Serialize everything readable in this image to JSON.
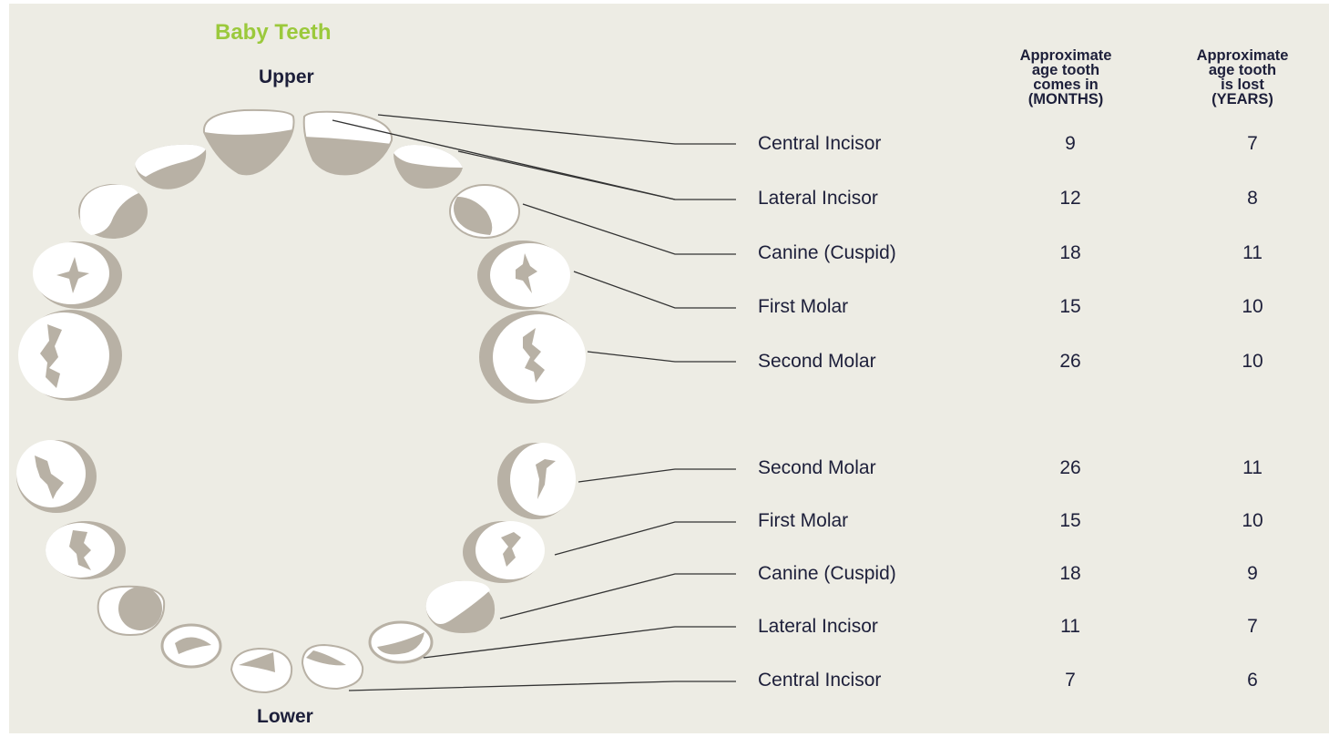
{
  "title": "Baby Teeth",
  "upper_label": "Upper",
  "lower_label": "Lower",
  "columns": {
    "comes_in": [
      "Approximate",
      "age tooth",
      "comes in",
      "(MONTHS)"
    ],
    "lost": [
      "Approximate",
      "age tooth",
      "is lost",
      "(YEARS)"
    ]
  },
  "upper_rows": [
    {
      "name": "Central Incisor",
      "comes_in": "9",
      "lost": "7"
    },
    {
      "name": "Lateral Incisor",
      "comes_in": "12",
      "lost": "8"
    },
    {
      "name": "Canine (Cuspid)",
      "comes_in": "18",
      "lost": "11"
    },
    {
      "name": "First Molar",
      "comes_in": "15",
      "lost": "10"
    },
    {
      "name": "Second Molar",
      "comes_in": "26",
      "lost": "10"
    }
  ],
  "lower_rows": [
    {
      "name": "Second Molar",
      "comes_in": "26",
      "lost": "11"
    },
    {
      "name": "First Molar",
      "comes_in": "15",
      "lost": "10"
    },
    {
      "name": "Canine (Cuspid)",
      "comes_in": "18",
      "lost": "9"
    },
    {
      "name": "Lateral Incisor",
      "comes_in": "11",
      "lost": "7"
    },
    {
      "name": "Central Incisor",
      "comes_in": "7",
      "lost": "6"
    }
  ],
  "colors": {
    "background": "#edece4",
    "title": "#9bc93c",
    "text": "#1d1f3a",
    "tooth_fill": "#ffffff",
    "tooth_shade": "#b8b1a5",
    "line": "#333333"
  }
}
